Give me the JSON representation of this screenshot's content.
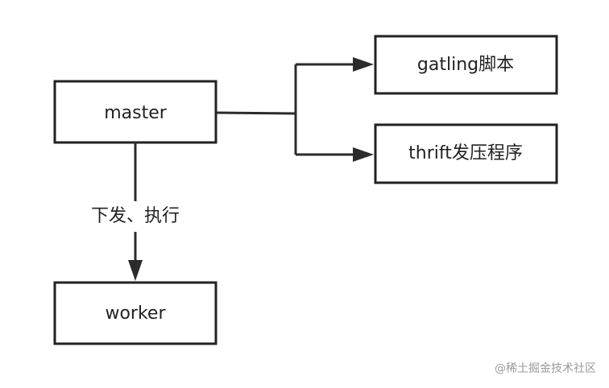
{
  "nodes": {
    "master": {
      "label": "master"
    },
    "gatling": {
      "label": "gatling脚本"
    },
    "thrift": {
      "label": "thrift发压程序"
    },
    "worker": {
      "label": "worker"
    }
  },
  "edges": {
    "dispatch": {
      "label": "下发、执行"
    }
  },
  "watermark": {
    "text": "@稀土掘金技术社区"
  },
  "colors": {
    "stroke": "#222222",
    "background": "#ffffff",
    "watermark": "#9a9a9a"
  }
}
